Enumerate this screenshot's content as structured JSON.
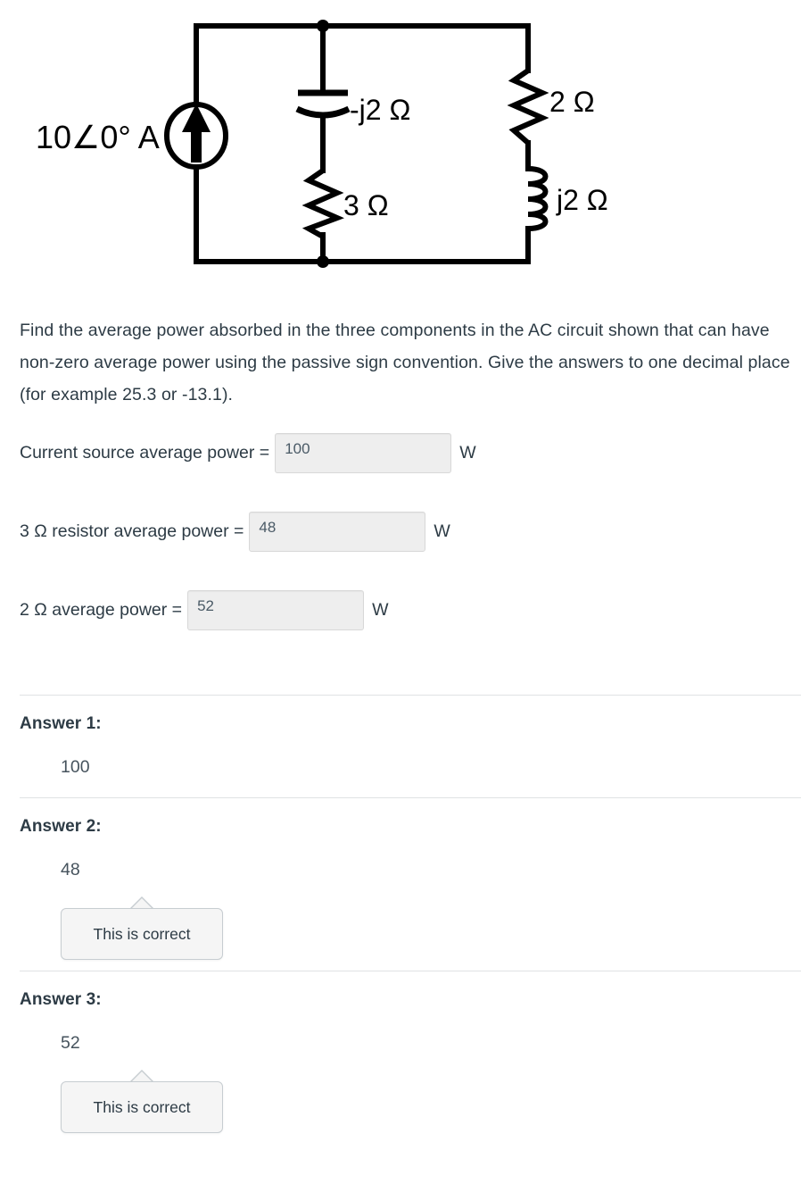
{
  "circuit": {
    "source_label": "10∠0° A",
    "capacitor_label": "-j2 Ω",
    "resistor_left_label": "3 Ω",
    "resistor_right_label": "2 Ω",
    "inductor_label": "j2 Ω",
    "stroke_color": "#000000"
  },
  "question": {
    "text": "Find the average power absorbed in the three components in the AC circuit shown that can have non-zero average power using the passive sign convention. Give the answers to one decimal place (for example 25.3 or -13.1)."
  },
  "inputs": [
    {
      "label": "Current source average power =",
      "value": "100",
      "unit": "W",
      "placeholder": ""
    },
    {
      "label": "3 Ω resistor average power =",
      "value": "48",
      "unit": "W",
      "placeholder": ""
    },
    {
      "label": "2 Ω average power =",
      "value": "52",
      "unit": "W",
      "placeholder": ""
    }
  ],
  "answers": [
    {
      "title": "Answer 1:",
      "value": "100",
      "feedback": null
    },
    {
      "title": "Answer 2:",
      "value": "48",
      "feedback": "This is correct"
    },
    {
      "title": "Answer 3:",
      "value": "52",
      "feedback": "This is correct"
    }
  ]
}
